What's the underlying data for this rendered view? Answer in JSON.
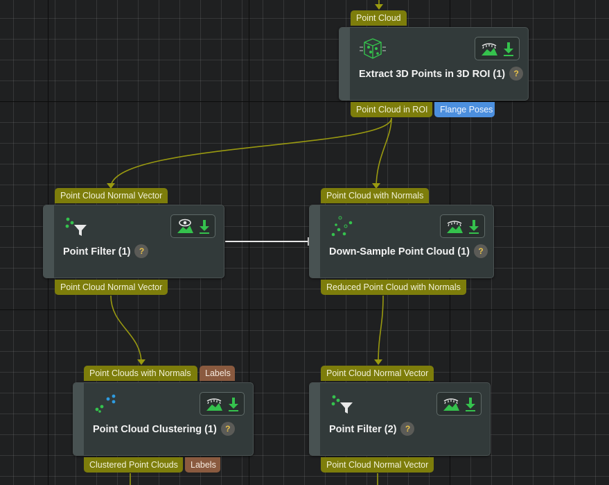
{
  "colors": {
    "canvas": "#1f2021",
    "port_olive": "#7d7d0b",
    "port_blue": "#4c8fde",
    "port_brown": "#8a5a3f",
    "node_body": "#323a3a",
    "wire": "#9a9a10",
    "icon_green": "#35c24d",
    "icon_blue": "#2e9be0",
    "help_yellow": "#e8c24a"
  },
  "nodes": {
    "extract_roi": {
      "input_port": "Point Cloud",
      "title": "Extract 3D Points in 3D ROI (1)",
      "output_ports": [
        "Point Cloud in ROI",
        "Flange Poses"
      ],
      "icon": "cube-points-icon"
    },
    "point_filter_1": {
      "input_port": "Point Cloud Normal Vector",
      "title": "Point Filter (1)",
      "output_ports": [
        "Point Cloud Normal Vector"
      ],
      "icon": "point-filter-icon"
    },
    "downsample": {
      "input_port": "Point Cloud with Normals",
      "title": "Down-Sample Point Cloud (1)",
      "output_ports": [
        "Reduced Point Cloud with Normals"
      ],
      "icon": "downsample-icon"
    },
    "clustering": {
      "input_ports": [
        "Point Clouds with Normals",
        "Labels"
      ],
      "title": "Point Cloud Clustering (1)",
      "output_ports": [
        "Clustered Point Clouds",
        "Labels"
      ],
      "icon": "clustering-icon"
    },
    "point_filter_2": {
      "input_port": "Point Cloud Normal Vector",
      "title": "Point Filter (2)",
      "output_ports": [
        "Point Cloud Normal Vector"
      ],
      "icon": "point-filter-icon"
    }
  },
  "help_glyph": "?",
  "node_action_icons": [
    "visualize-icon",
    "save-output-icon"
  ]
}
